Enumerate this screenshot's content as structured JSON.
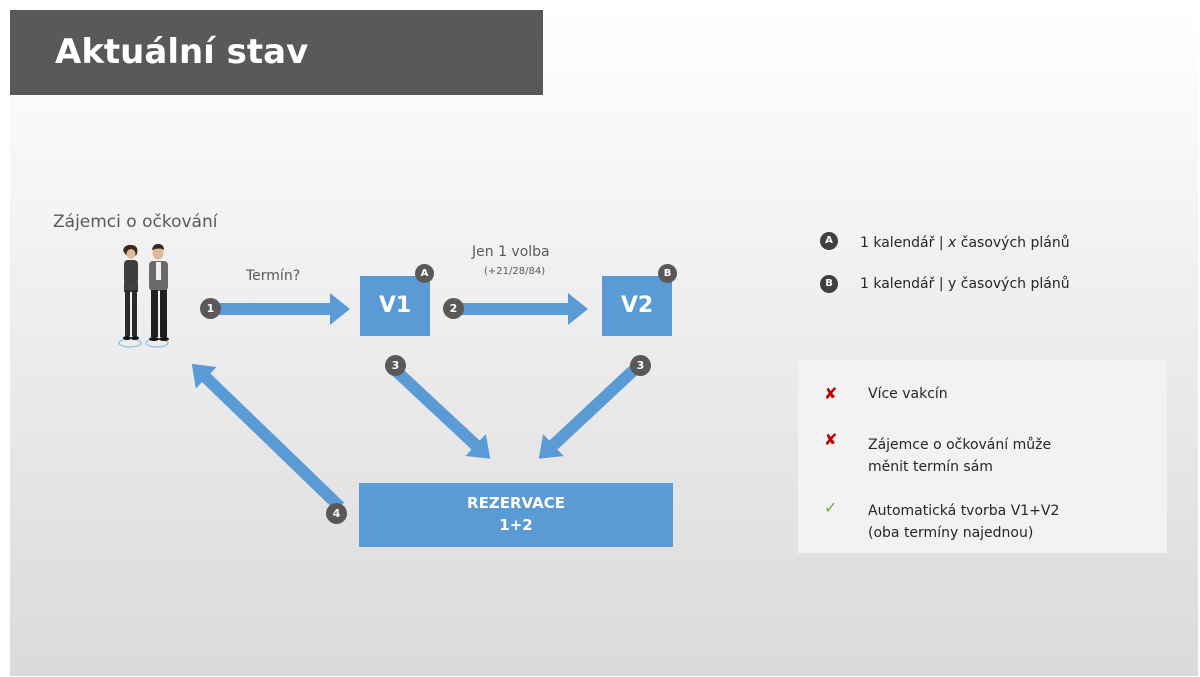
{
  "title": "Aktuální stav",
  "people_label": "Zájemci o očkování",
  "step1_label": "Termín?",
  "step2_label": "Jen 1 volba",
  "step2_sublabel": "(+21/28/84)",
  "boxes": {
    "v1": "V1",
    "v2": "V2",
    "reservation_line1": "REZERVACE",
    "reservation_line2": "1+2"
  },
  "badges": {
    "v1": "A",
    "v2": "B"
  },
  "steps": {
    "s1": "1",
    "s2": "2",
    "s3a": "3",
    "s3b": "3",
    "s4": "4"
  },
  "legend": [
    {
      "badge": "A",
      "prefix": "1 kalendář  |",
      "var": "x",
      "suffix": "časových plánů"
    },
    {
      "badge": "B",
      "prefix": "1 kalendář  |",
      "var": "y",
      "suffix": "časových plánů"
    }
  ],
  "criteria": [
    {
      "status": "fail",
      "mark": "✘",
      "line1": "Více vakcín",
      "line2": ""
    },
    {
      "status": "fail",
      "mark": "✘",
      "line1": "Zájemce o očkování může",
      "line2": "měnit termín sám"
    },
    {
      "status": "pass",
      "mark": "✓",
      "line1": "Automatická tvorba V1+V2",
      "line2": "(oba termíny najednou)"
    }
  ],
  "colors": {
    "arrow": "#5b9bd5",
    "box": "#5b9bd5",
    "fail": "#c00000",
    "pass": "#70ad47",
    "title_bar": "#595959"
  }
}
